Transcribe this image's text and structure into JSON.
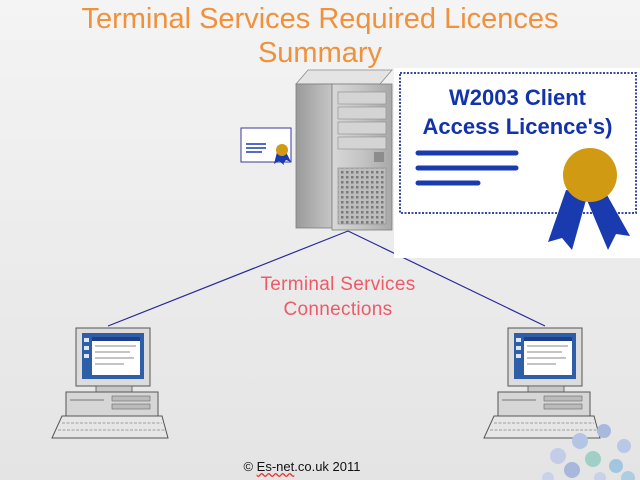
{
  "title_line1": "Terminal Services Required Licences",
  "title_line2": "Summary",
  "connections_label_line1": "Terminal Services",
  "connections_label_line2": "Connections",
  "certificate": {
    "line1": "W2003 Client",
    "line2": "Access Licence's)"
  },
  "footer": {
    "prefix": "© ",
    "site": "Es-net",
    "domain": ".co.uk",
    "year": " 2011"
  },
  "colors": {
    "title": "#f0913c",
    "connections_label": "#ee5a67",
    "certificate_text": "#1233aa",
    "ribbon": "#1a3ab0",
    "seal": "#d09a12",
    "connection_line": "#2a2a9a"
  }
}
